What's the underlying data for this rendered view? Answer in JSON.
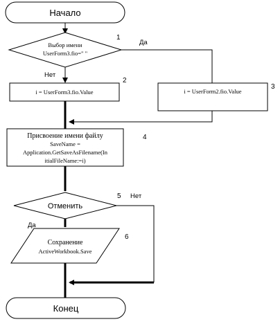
{
  "flowchart": {
    "start_label": "Начало",
    "end_label": "Конец",
    "decision1": {
      "number": "1",
      "line1": "Выбор имени",
      "line2": "UserForm3.fio=\" \"",
      "yes_label": "Да",
      "no_label": "Нет"
    },
    "process2": {
      "number": "2",
      "text": "i = UserForm3.fio.Value"
    },
    "process3": {
      "number": "3",
      "text": "i = UserForm2.fio.Value"
    },
    "process4": {
      "number": "4",
      "line1": "Присвоение имени файлу",
      "line2": "SaveName =",
      "line3": "Application.GetSaveAsFilename(In",
      "line4": "itialFileName:=i)"
    },
    "decision5": {
      "number": "5",
      "text": "Отменить",
      "yes_label": "Да",
      "no_label": "Нет"
    },
    "io6": {
      "number": "6",
      "line1": "Сохранение",
      "line2": "ActiveWorkbook.Save"
    }
  },
  "colors": {
    "line": "#000000",
    "fill": "#ffffff"
  }
}
